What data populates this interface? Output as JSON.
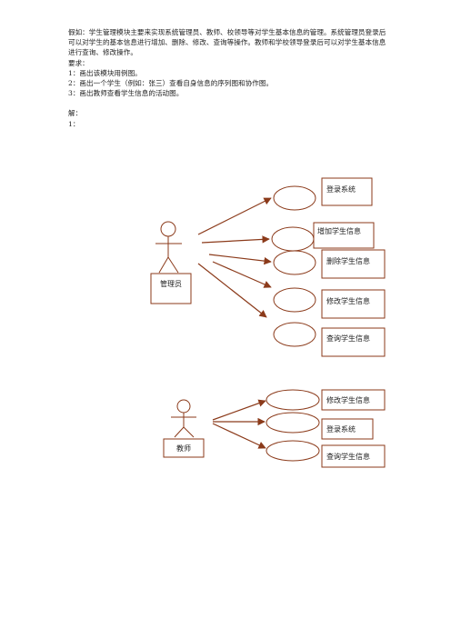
{
  "document": {
    "intro": "假如：学生管理模块主要来实现系统管理员、教师、校领导等对学生基本信息的管理。系统管理员登录后可以对学生的基本信息进行增加、删除、修改、查询等操作。教师和学校领导登录后可以对学生基本信息进行查询、修改操作。",
    "requirements_title": "要求：",
    "requirements": [
      "1：画出该模块用例图。",
      "2：画出一个学生（例如：张三）查看自身信息的序列图和协作图。",
      "3：画出教师查看学生信息的活动图。"
    ],
    "solution_title": "解：",
    "solution_item": "1："
  },
  "diagram": {
    "admin": {
      "label": "管理员",
      "use_cases": [
        "登录系统",
        "增加学生信息",
        "删除学生信息",
        "修改学生信息",
        "查询学生信息"
      ]
    },
    "teacher": {
      "label": "教师",
      "use_cases": [
        "修改学生信息",
        "登录系统",
        "查询学生信息"
      ]
    },
    "colors": {
      "line": "#8b3a1a",
      "ink": "#222222"
    }
  }
}
